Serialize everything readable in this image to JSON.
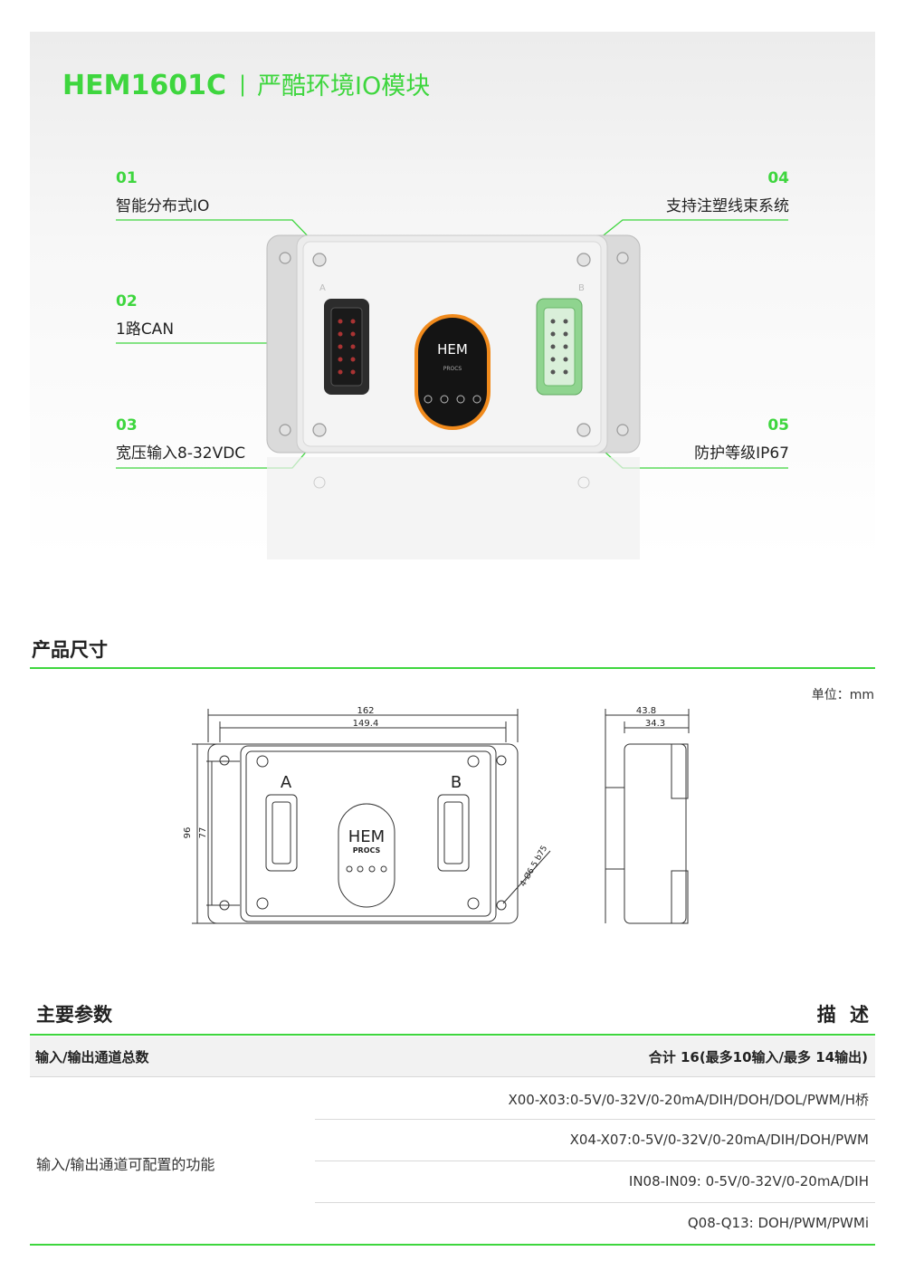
{
  "hero": {
    "model": "HEM1601C",
    "separator": "|",
    "subtitle": "严酷环境IO模块",
    "features": [
      {
        "num": "01",
        "label": "智能分布式IO"
      },
      {
        "num": "02",
        "label": "1路CAN"
      },
      {
        "num": "03",
        "label": "宽压输入8-32VDC"
      },
      {
        "num": "04",
        "label": "支持注塑线束系统"
      },
      {
        "num": "05",
        "label": "防护等级IP67"
      }
    ],
    "device": {
      "logo": "HEM",
      "brand": "PROCS",
      "port_a": "A",
      "port_b": "B"
    }
  },
  "dimensions": {
    "title": "产品尺寸",
    "unit": "单位：mm",
    "front": {
      "width_outer": "162",
      "width_inner": "149.4",
      "height_outer": "96",
      "height_inner": "77",
      "holes": "4-Ø6.5 b75",
      "port_a": "A",
      "port_b": "B",
      "logo": "HEM",
      "brand": "PROCS"
    },
    "side": {
      "depth_outer": "43.8",
      "depth_inner": "34.3"
    }
  },
  "params": {
    "title": "主要参数",
    "desc_header": "描 述",
    "total_label": "输入/输出通道总数",
    "total_value": "合计 16(最多10输入/最多 14输出)",
    "func_label": "输入/输出通道可配置的功能",
    "func_items": [
      "X00-X03:0-5V/0-32V/0-20mA/DIH/DOH/DOL/PWM/H桥",
      "X04-X07:0-5V/0-32V/0-20mA/DIH/DOH/PWM",
      "IN08-IN09: 0-5V/0-32V/0-20mA/DIH",
      "Q08-Q13: DOH/PWM/PWMi"
    ]
  },
  "colors": {
    "accent": "#3ed63e",
    "orange": "#f08a1c",
    "connector_green": "#8fd48f"
  }
}
